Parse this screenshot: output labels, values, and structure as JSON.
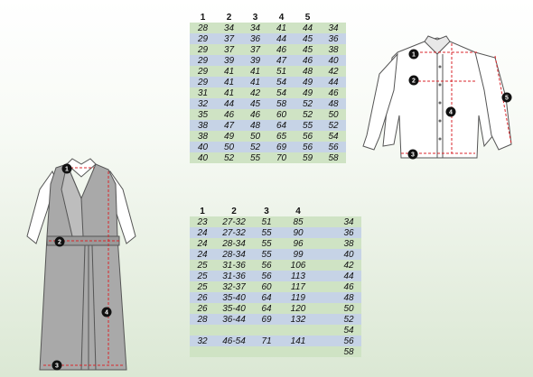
{
  "shirt_table": {
    "headers": [
      "1",
      "2",
      "3",
      "4",
      "5",
      ""
    ],
    "rows": [
      [
        "28",
        "34",
        "34",
        "41",
        "44",
        "34"
      ],
      [
        "29",
        "37",
        "36",
        "44",
        "45",
        "36"
      ],
      [
        "29",
        "37",
        "37",
        "46",
        "45",
        "38"
      ],
      [
        "29",
        "39",
        "39",
        "47",
        "46",
        "40"
      ],
      [
        "29",
        "41",
        "41",
        "51",
        "48",
        "42"
      ],
      [
        "29",
        "41",
        "41",
        "54",
        "49",
        "44"
      ],
      [
        "31",
        "41",
        "42",
        "54",
        "49",
        "46"
      ],
      [
        "32",
        "44",
        "45",
        "58",
        "52",
        "48"
      ],
      [
        "35",
        "46",
        "46",
        "60",
        "52",
        "50"
      ],
      [
        "38",
        "47",
        "48",
        "64",
        "55",
        "52"
      ],
      [
        "38",
        "49",
        "50",
        "65",
        "56",
        "54"
      ],
      [
        "40",
        "50",
        "52",
        "69",
        "56",
        "56"
      ],
      [
        "40",
        "52",
        "55",
        "70",
        "59",
        "58"
      ]
    ]
  },
  "pinafore_table": {
    "headers": [
      "1",
      "2",
      "3",
      "4",
      "",
      ""
    ],
    "rows": [
      [
        "23",
        "27-32",
        "51",
        "85",
        "",
        "34"
      ],
      [
        "24",
        "27-32",
        "55",
        "90",
        "",
        "36"
      ],
      [
        "24",
        "28-34",
        "55",
        "96",
        "",
        "38"
      ],
      [
        "24",
        "28-34",
        "55",
        "99",
        "",
        "40"
      ],
      [
        "25",
        "31-36",
        "56",
        "106",
        "",
        "42"
      ],
      [
        "25",
        "31-36",
        "56",
        "113",
        "",
        "44"
      ],
      [
        "25",
        "32-37",
        "60",
        "117",
        "",
        "46"
      ],
      [
        "26",
        "35-40",
        "64",
        "119",
        "",
        "48"
      ],
      [
        "26",
        "35-40",
        "64",
        "120",
        "",
        "50"
      ],
      [
        "28",
        "36-44",
        "69",
        "132",
        "",
        "52"
      ],
      [
        "",
        "",
        "",
        "",
        "",
        "54"
      ],
      [
        "32",
        "46-54",
        "71",
        "141",
        "",
        "56"
      ],
      [
        "",
        "",
        "",
        "",
        "",
        "58"
      ]
    ]
  },
  "shirt_markers": [
    "1",
    "2",
    "3",
    "4",
    "5"
  ],
  "pinafore_markers": [
    "1",
    "2",
    "3",
    "4"
  ],
  "colors": {
    "row_green": "#cfe3c4",
    "row_blue": "#c6d3e6",
    "measure_line": "#d9262b",
    "dress_gray": "#a9a9a9"
  }
}
